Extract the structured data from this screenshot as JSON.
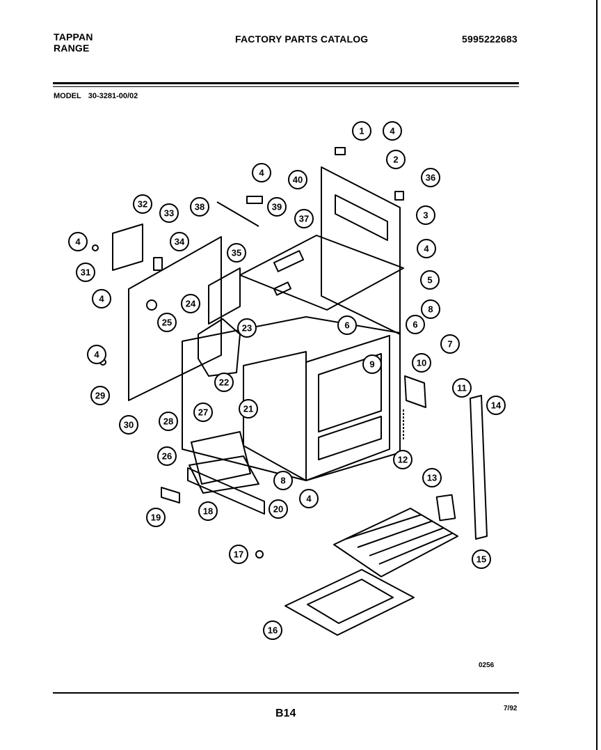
{
  "header": {
    "brand_line1": "TAPPAN",
    "brand_line2": "RANGE",
    "title": "FACTORY PARTS CATALOG",
    "catalog_number": "5995222683"
  },
  "model": {
    "label": "MODEL",
    "value": "30-3281-00/02"
  },
  "footer": {
    "diagram_code": "0256",
    "page": "B14",
    "date": "7/92"
  },
  "callouts": [
    "1",
    "4",
    "2",
    "36",
    "4",
    "40",
    "38",
    "39",
    "3",
    "32",
    "33",
    "37",
    "4",
    "34",
    "35",
    "4",
    "31",
    "5",
    "4",
    "24",
    "6",
    "25",
    "23",
    "8",
    "6",
    "7",
    "4",
    "9",
    "10",
    "22",
    "11",
    "29",
    "21",
    "27",
    "30",
    "28",
    "14",
    "12",
    "26",
    "8",
    "4",
    "13",
    "19",
    "18",
    "20",
    "17",
    "15",
    "16"
  ]
}
